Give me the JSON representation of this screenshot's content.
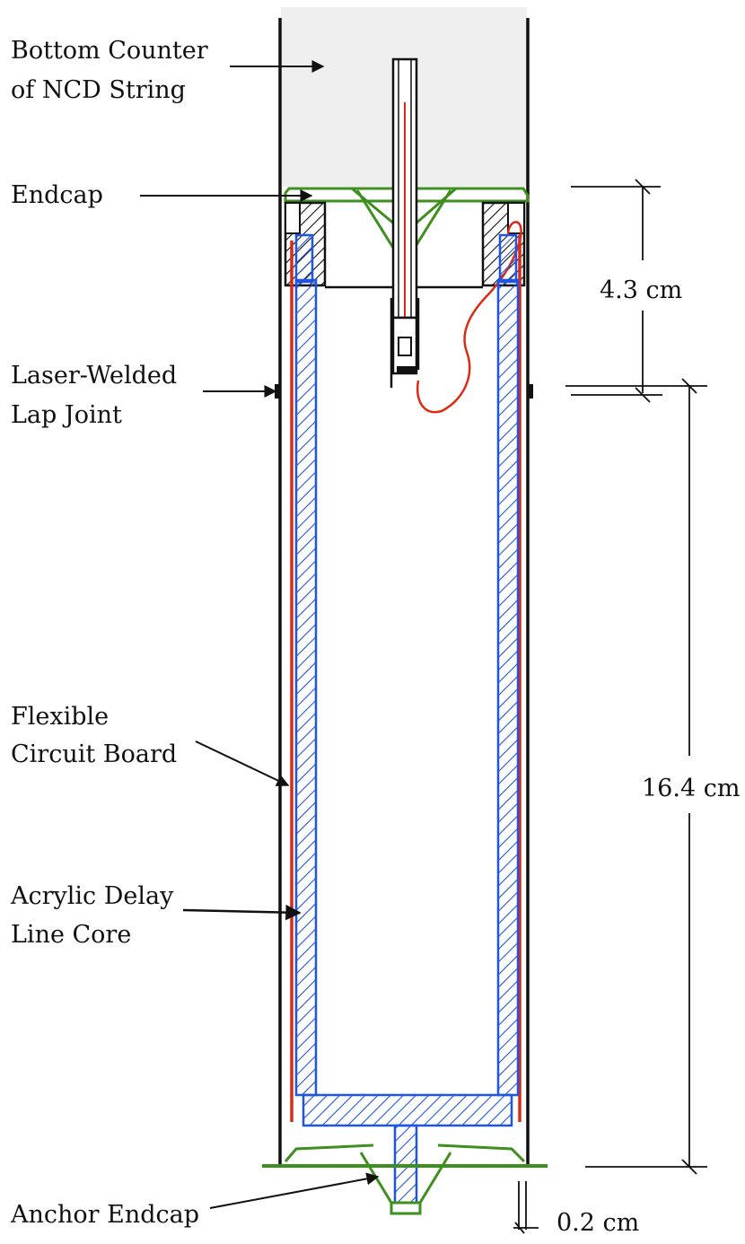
{
  "labels": {
    "bottom_counter": [
      "Bottom Counter",
      "of NCD String"
    ],
    "endcap": "Endcap",
    "lap_joint": [
      "Laser-Welded",
      "Lap Joint"
    ],
    "flex_board": [
      "Flexible",
      "Circuit Board"
    ],
    "delay_core": [
      "Acrylic Delay",
      "Line Core"
    ],
    "anchor_endcap": "Anchor Endcap"
  },
  "dimensions": {
    "upper": "4.3 cm",
    "lower": "16.4 cm",
    "wall": "0.2 cm"
  },
  "colors": {
    "endcap_green": "#3f8f1f",
    "core_blue": "#1f55e6",
    "wire_red": "#dd2a14",
    "counter_gray": "#efefef",
    "line_black": "#111111"
  }
}
